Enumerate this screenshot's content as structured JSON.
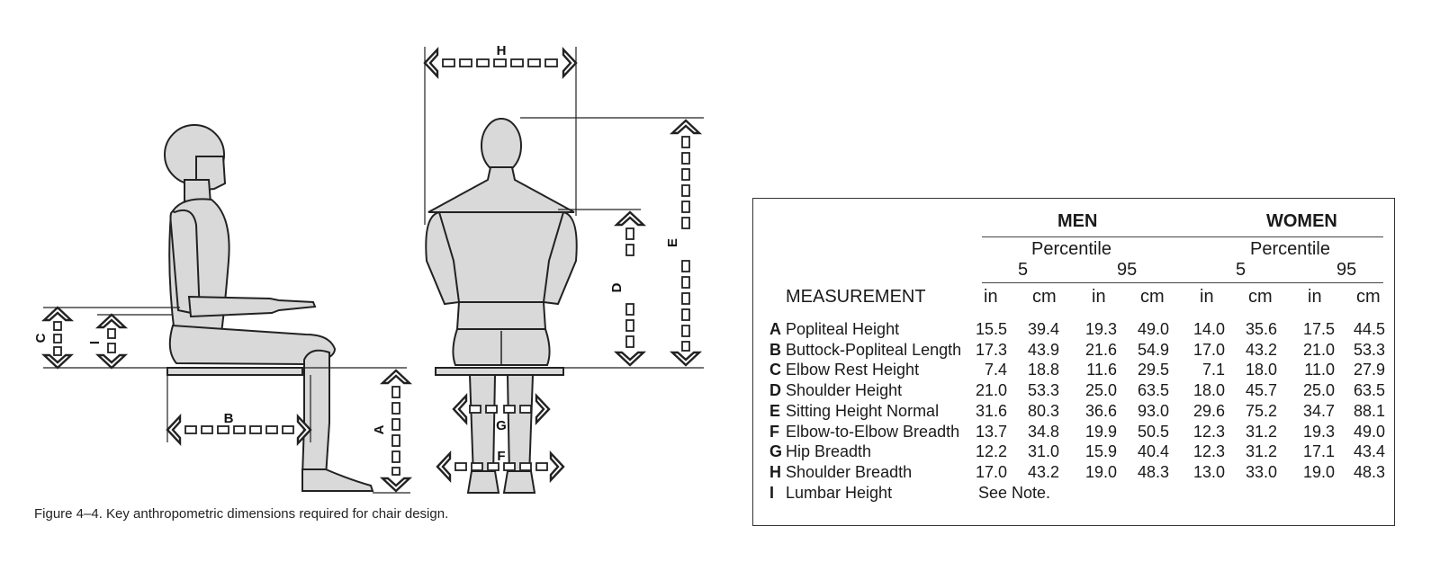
{
  "labels": {
    "A": "A",
    "B": "B",
    "C": "C",
    "D": "D",
    "E": "E",
    "F": "F",
    "G": "G",
    "H": "H",
    "I": "I"
  },
  "caption": "Figure 4–4. Key anthropometric dimensions required for chair design.",
  "table": {
    "men": "MEN",
    "women": "WOMEN",
    "percentile": "Percentile",
    "p5": "5",
    "p95": "95",
    "measurement": "MEASUREMENT",
    "unit_in": "in",
    "unit_cm": "cm",
    "rows": [
      {
        "letter": "A",
        "name": "Popliteal Height",
        "m5in": "15.5",
        "m5cm": "39.4",
        "m95in": "19.3",
        "m95cm": "49.0",
        "w5in": "14.0",
        "w5cm": "35.6",
        "w95in": "17.5",
        "w95cm": "44.5"
      },
      {
        "letter": "B",
        "name": "Buttock-Popliteal Length",
        "m5in": "17.3",
        "m5cm": "43.9",
        "m95in": "21.6",
        "m95cm": "54.9",
        "w5in": "17.0",
        "w5cm": "43.2",
        "w95in": "21.0",
        "w95cm": "53.3"
      },
      {
        "letter": "C",
        "name": "Elbow Rest Height",
        "m5in": "7.4",
        "m5cm": "18.8",
        "m95in": "11.6",
        "m95cm": "29.5",
        "w5in": "7.1",
        "w5cm": "18.0",
        "w95in": "11.0",
        "w95cm": "27.9"
      },
      {
        "letter": "D",
        "name": "Shoulder Height",
        "m5in": "21.0",
        "m5cm": "53.3",
        "m95in": "25.0",
        "m95cm": "63.5",
        "w5in": "18.0",
        "w5cm": "45.7",
        "w95in": "25.0",
        "w95cm": "63.5"
      },
      {
        "letter": "E",
        "name": "Sitting Height Normal",
        "m5in": "31.6",
        "m5cm": "80.3",
        "m95in": "36.6",
        "m95cm": "93.0",
        "w5in": "29.6",
        "w5cm": "75.2",
        "w95in": "34.7",
        "w95cm": "88.1"
      },
      {
        "letter": "F",
        "name": "Elbow-to-Elbow Breadth",
        "m5in": "13.7",
        "m5cm": "34.8",
        "m95in": "19.9",
        "m95cm": "50.5",
        "w5in": "12.3",
        "w5cm": "31.2",
        "w95in": "19.3",
        "w95cm": "49.0"
      },
      {
        "letter": "G",
        "name": "Hip Breadth",
        "m5in": "12.2",
        "m5cm": "31.0",
        "m95in": "15.9",
        "m95cm": "40.4",
        "w5in": "12.3",
        "w5cm": "31.2",
        "w95in": "17.1",
        "w95cm": "43.4"
      },
      {
        "letter": "H",
        "name": "Shoulder Breadth",
        "m5in": "17.0",
        "m5cm": "43.2",
        "m95in": "19.0",
        "m95cm": "48.3",
        "w5in": "13.0",
        "w5cm": "33.0",
        "w95in": "19.0",
        "w95cm": "48.3"
      },
      {
        "letter": "I",
        "name": "Lumbar Height",
        "note": "See Note."
      }
    ]
  }
}
